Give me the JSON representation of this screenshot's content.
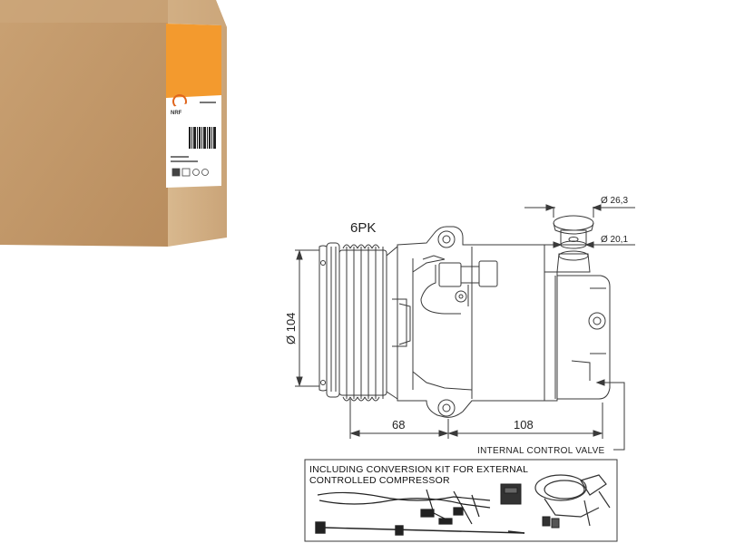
{
  "brand": {
    "logo_text": "NRF",
    "box_color": "#c49a6c",
    "label_accent": "#f39a2e"
  },
  "drawing": {
    "pulley_label": "6PK",
    "dim_diameter_pulley": "Ø 104",
    "dim_fitting_outer": "Ø 26,3",
    "dim_fitting_inner": "Ø 20,1",
    "dim_length_front": "68",
    "dim_length_rear": "108",
    "valve_label": "INTERNAL CONTROL VALVE"
  },
  "kit": {
    "caption_line1": "INCLUDING CONVERSION KIT FOR EXTERNAL",
    "caption_line2": "CONTROLLED COMPRESSOR"
  },
  "colors": {
    "line": "#3a3a3a",
    "cardboard": "#c49a6c",
    "orange": "#f39a2e"
  }
}
